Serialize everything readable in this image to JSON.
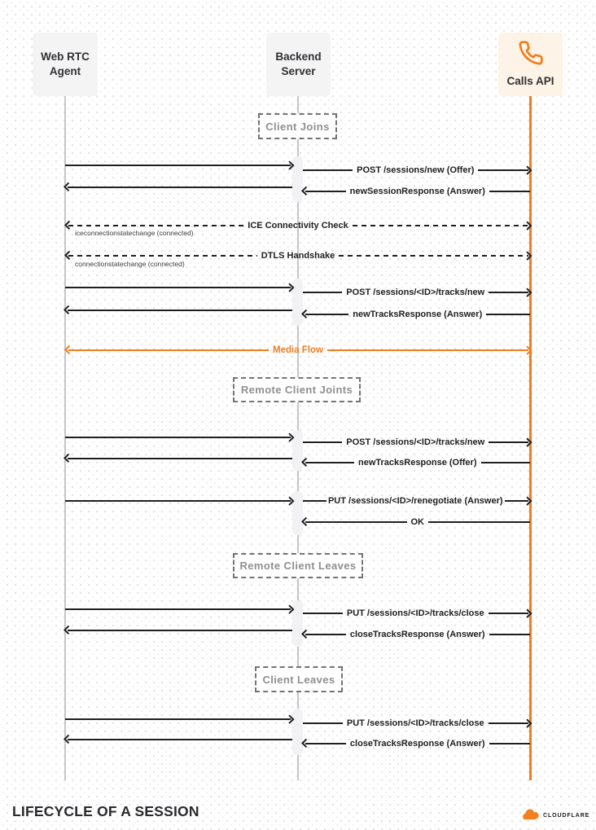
{
  "diagram": {
    "actors": [
      {
        "line1": "Web RTC",
        "line2": "Agent"
      },
      {
        "line1": "Backend",
        "line2": "Server"
      },
      {
        "label": "Calls API",
        "icon": "phone-icon"
      }
    ],
    "phases": [
      {
        "label": "Client Joins"
      },
      {
        "label": "Remote Client Joints"
      },
      {
        "label": "Remote Client Leaves"
      },
      {
        "label": "Client Leaves"
      }
    ],
    "messages": [
      {
        "label": "POST /sessions/new (Offer)"
      },
      {
        "label": "newSessionResponse (Answer)"
      },
      {
        "label": "ICE Connectivity Check"
      },
      {
        "label": "DTLS Handshake"
      },
      {
        "label": "POST /sessions/<ID>/tracks/new"
      },
      {
        "label": "newTracksResponse (Answer)"
      },
      {
        "label": "Media Flow"
      },
      {
        "label": "POST /sessions/<ID>/tracks/new"
      },
      {
        "label": "newTracksResponse (Offer)"
      },
      {
        "label": "PUT /sessions/<ID>/renegotiate (Answer)"
      },
      {
        "label": "OK"
      },
      {
        "label": "PUT /sessions/<ID>/tracks/close"
      },
      {
        "label": "closeTracksResponse (Answer)"
      },
      {
        "label": "PUT /sessions/<ID>/tracks/close"
      },
      {
        "label": "closeTracksResponse (Answer)"
      }
    ],
    "annotations": [
      {
        "label": "iceconnectionstatechange (connected)"
      },
      {
        "label": "connectionstatechange (connected)"
      }
    ]
  },
  "footer": {
    "title": "LIFECYCLE OF A SESSION",
    "brand": "CLOUDFLARE",
    "logo": "cloudflare-logo"
  },
  "colors": {
    "accent": "#f07d1f",
    "ink": "#1f1f22",
    "actor_bg": "#f4f4f5",
    "calls_api_bg": "#fdf3e6",
    "lifeline": "#c6c6c8",
    "phase_text": "#8f8f92"
  }
}
